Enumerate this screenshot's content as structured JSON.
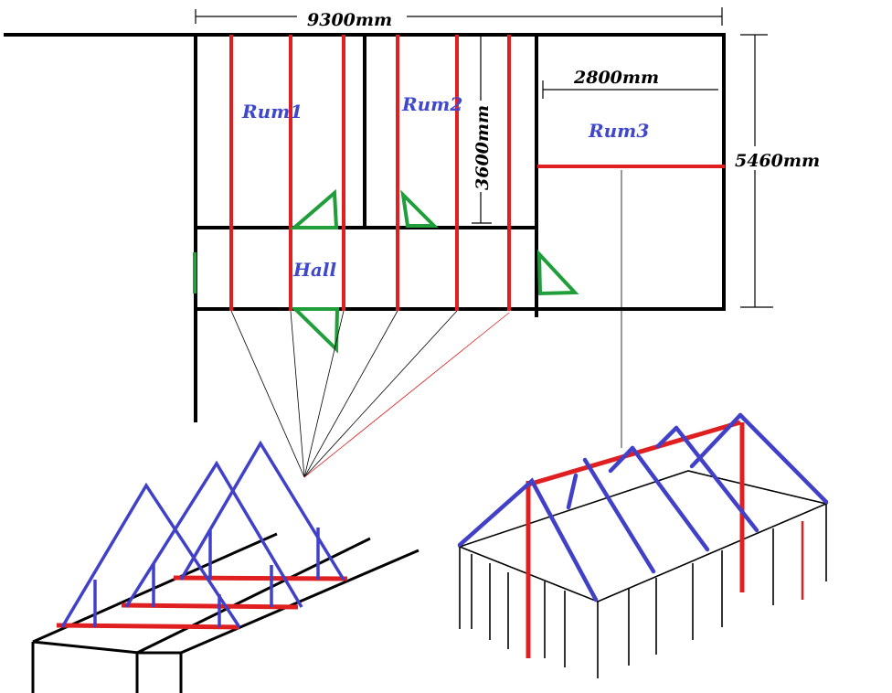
{
  "colors": {
    "wall": "#000000",
    "beam": "#e02020",
    "truss": "#4040c8",
    "triangle": "#1f9e3a",
    "room_label": "#3f48cc",
    "background": "#ffffff"
  },
  "dimensions": {
    "width_total": "9300mm",
    "room3_width": "2800mm",
    "room_depth": "3600mm",
    "house_depth": "5460mm"
  },
  "rooms": {
    "rum1": "Rum1",
    "rum2": "Rum2",
    "rum3": "Rum3",
    "hall": "Hall"
  }
}
